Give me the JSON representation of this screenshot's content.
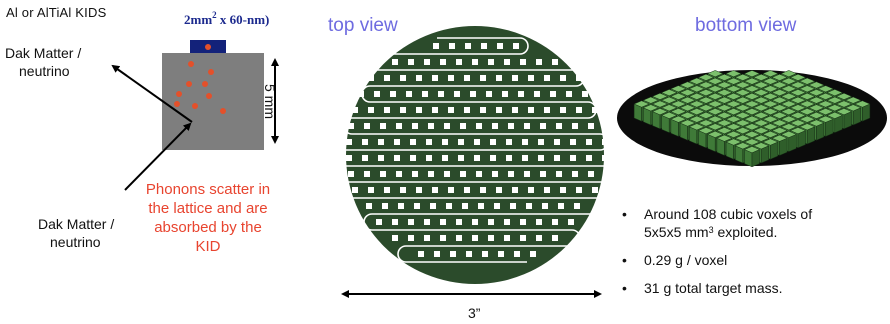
{
  "left_panel": {
    "kid_label": "Al or AlTiAl KIDS",
    "sensor_label": "2mm",
    "sensor_label_sup": "2",
    "sensor_label_rest": " x 60-nm)",
    "dm_top_line1": "Dak Matter /",
    "dm_top_line2": "neutrino",
    "dm_bottom_line1": "Dak Matter /",
    "dm_bottom_line2": "neutrino",
    "phonon_text": "Phonons scatter in the lattice and are absorbed by the KID",
    "height_label": "5 mm",
    "colors": {
      "kid_pad": "#13227a",
      "crystal": "#7e7e7e",
      "phonon": "#e4502a",
      "phonon_text": "#e8442f"
    }
  },
  "top_view": {
    "title": "top view",
    "diameter_label": "3”",
    "colors": {
      "wafer": "#2b4b2b",
      "pixel": "#ffffff",
      "title": "#6e6be0"
    }
  },
  "bottom_view": {
    "title": "bottom view",
    "colors": {
      "voxel": "#5a9a4f",
      "voxel_shade": "#2f5e2a",
      "base": "#0a0a0a"
    }
  },
  "bullets": [
    {
      "marker": "•",
      "text": "Around 108 cubic voxels of",
      "text2": "5x5x5 mm",
      "sup": "3",
      "text3": " exploited."
    },
    {
      "marker": "•",
      "text": "0.29 g / voxel"
    },
    {
      "marker": "•",
      "text": "31 g total target mass."
    }
  ]
}
